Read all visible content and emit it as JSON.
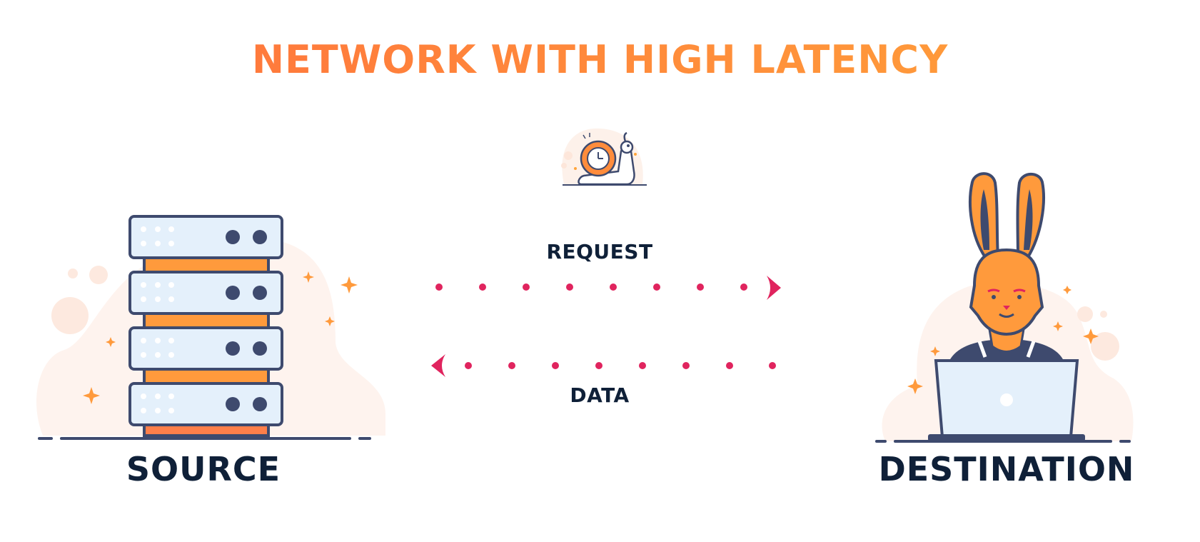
{
  "title": "NETWORK WITH HIGH LATENCY",
  "request_label": "REQUEST",
  "data_label": "DATA",
  "source_label": "SOURCE",
  "destination_label": "DESTINATION",
  "icons": {
    "latency": "snail-clock-icon",
    "source": "server-rack-icon",
    "destination": "rabbit-with-laptop-icon"
  },
  "colors": {
    "title_start": "#ff6f3c",
    "title_end": "#ffa43a",
    "arrow": "#e0245e",
    "text": "#0f2038",
    "server_orange": "#ff9a3c",
    "panel": "#e4f0fb",
    "outline": "#3e4a6e"
  }
}
